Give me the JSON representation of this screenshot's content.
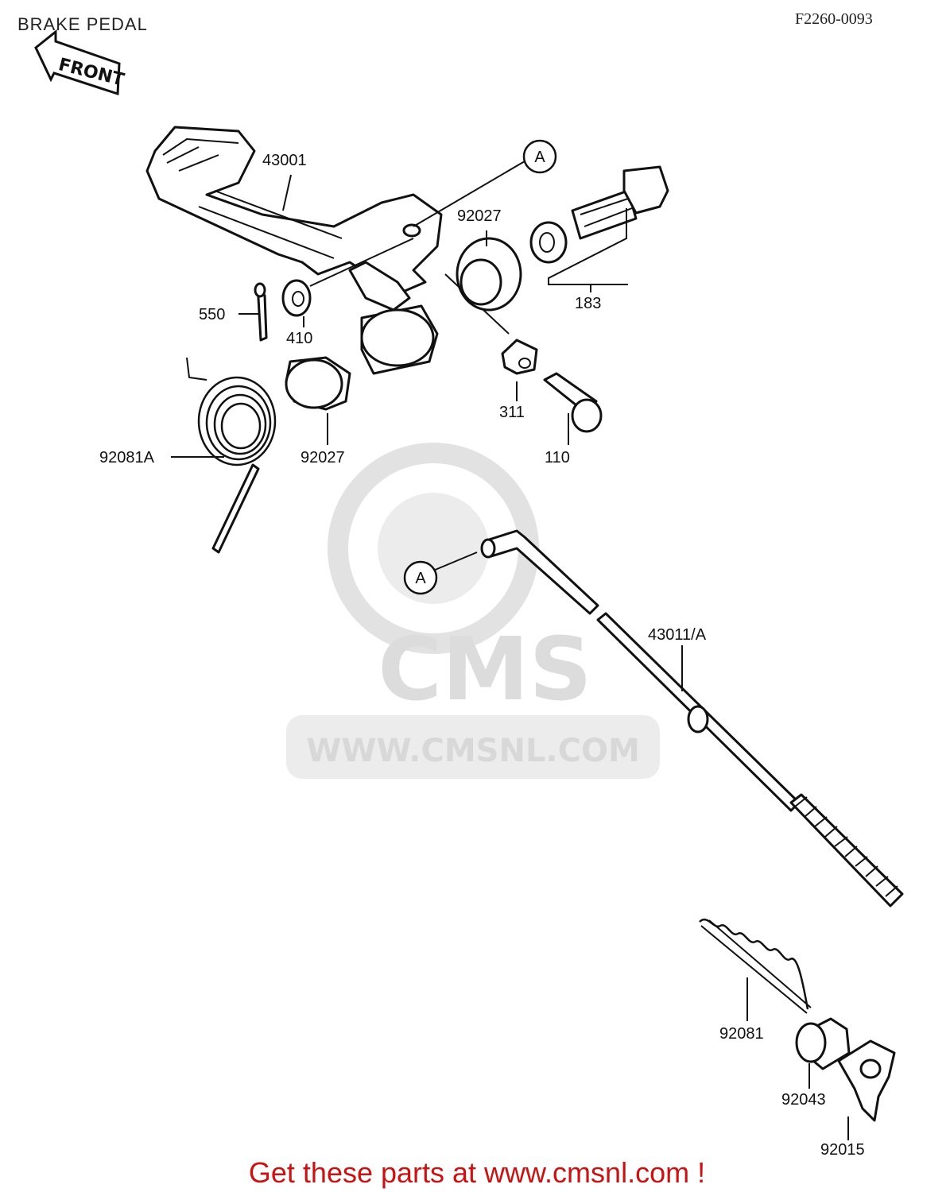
{
  "header": {
    "title": "BRAKE PEDAL",
    "diagram_code": "F2260-0093",
    "front_badge": "FRONT"
  },
  "reference_marker": "A",
  "parts": {
    "p43001": "43001",
    "p92027_top": "92027",
    "p183": "183",
    "p550": "550",
    "p410": "410",
    "p311": "311",
    "p110": "110",
    "p92027_lower": "92027",
    "p92081a": "92081A",
    "p43011a": "43011/A",
    "p92081": "92081",
    "p92043": "92043",
    "p92015": "92015"
  },
  "watermark": {
    "brand": "CMS",
    "url": "WWW.CMSNL.COM"
  },
  "footer": {
    "text": "Get these parts at www.cmsnl.com !"
  },
  "colors": {
    "footer_text": "#cc1111",
    "watermark": "#dcdcdc",
    "line_art": "#111111"
  }
}
